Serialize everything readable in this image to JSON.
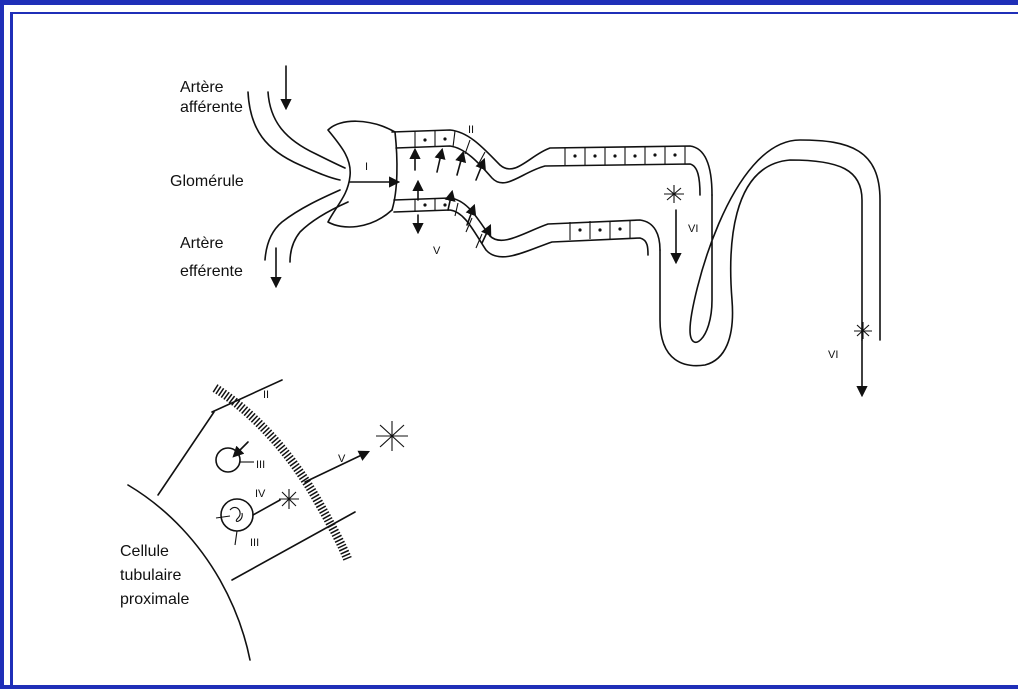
{
  "labels": {
    "artere_afferente_1": "Artère",
    "artere_afferente_2": "afférente",
    "glomerule": "Glomérule",
    "artere_efferente_1": "Artère",
    "artere_efferente_2": "efférente",
    "roman_I": "I",
    "roman_II": "II",
    "roman_V": "V",
    "roman_VI_a": "VI",
    "roman_VI_b": "VI",
    "cell_II": "II",
    "cell_III_a": "III",
    "cell_III_b": "III",
    "cell_IV": "IV",
    "cell_V": "V",
    "cellule_1": "Cellule",
    "cellule_2": "tubulaire",
    "cellule_3": "proximale"
  },
  "colors": {
    "frame": "#1f2fb8",
    "ink": "#111111"
  }
}
